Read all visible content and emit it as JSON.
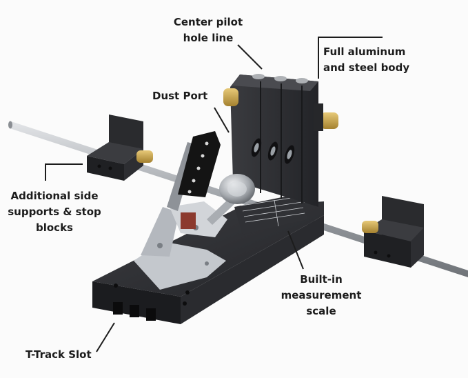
{
  "callouts": {
    "center_pilot": "Center pilot\nhole line",
    "full_body": "Full aluminum\nand steel body",
    "dust_port": "Dust Port",
    "side_supports": "Additional side\nsupports & stop\nblocks",
    "measurement_scale": "Built-in\nmeasurement\nscale",
    "t_track": "T-Track Slot"
  },
  "colors": {
    "anodized_black": "#2a2b2e",
    "steel": "#b9bcc0",
    "brass": "#c9a552",
    "handle_black": "#141414"
  }
}
